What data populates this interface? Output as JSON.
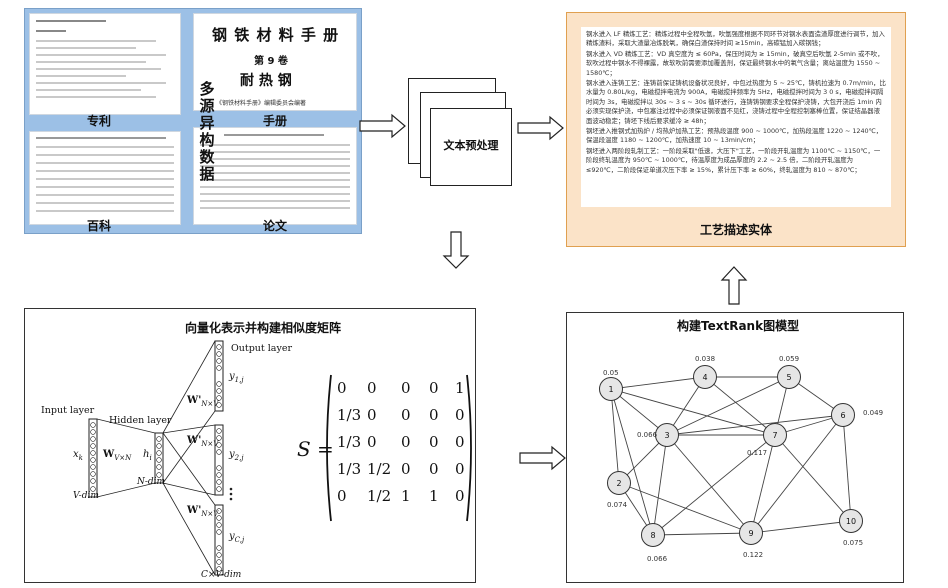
{
  "sources": {
    "labels": {
      "patent": "专利",
      "manual": "手册",
      "encyclopedia": "百科",
      "paper": "论文"
    },
    "side_chars": [
      "多",
      "源",
      "异",
      "构",
      "数",
      "据"
    ],
    "manual_doc": {
      "title": "钢 铁 材 料 手 册",
      "volume": "第 9 卷",
      "subtitle": "耐 热 钢",
      "footer": "《钢铁材料手册》编辑委员会编著"
    }
  },
  "preprocess": {
    "label": "文本预处理"
  },
  "entity": {
    "label": "工艺描述实体",
    "paragraphs": [
      "钢水进入 LF 精炼工艺：精炼过程中全程吹氩，吹氩强度根据不同环节对钢水表面造渣厚度进行调节，加入精炼渣料，采取大渣量冶炼脱氧，确保白渣保持时间 ≥15min，高碳锰加入碳钢钱；",
      "钢水进入 VD 精炼工艺：VD 真空度为 ≤ 60Pa，保压时间为 ≥ 15min，破真空后吹氩 2-5min 或不吹，软吹过程中钢水不得裸露，故软吹前需要添加覆盖剂，保证最终钢水中的氧气含量；离站温度为 1550 ~ 1580℃；",
      "钢水进入连铸工艺：连铸前保证铸机设备状况良好，中包过热度为 5 ~ 25℃，铸机拉速为 0.7m/min，比水量为 0.80L/kg，电磁搅拌电流为 900A，电磁搅拌频率为 5Hz，电磁搅拌时间为 3 0 s，电磁搅拌间隔时间为 3s，电磁搅拌以 30s ~ 3 s ~ 30s 循环进行，连铸铸钢要求全程保护浇铸，大包开浇后 1min 内必须实现保护浇，中包塞注过程中必须保证钢液面不见红，浇铸过程中全程控制塞棒位置，保证结晶器液面波动稳定；铸坯下线后要求缓冷 ≥ 48h；",
      "钢坯进入推钢式加热炉 / 均热炉加热工艺：预热段温度 900 ~ 1000℃，加热段温度 1220 ~ 1240℃，保温段温度 1180 ~ 1200℃，加热速度 10 ~ 13min/cm；",
      "钢坯进入两阶段轧制工艺：一阶段采取\"低速，大压下\"工艺，一阶段开轧温度为 1100℃ ~ 1150℃，一阶段终轧温度为 950℃ ~ 1000℃，待温厚度为成品厚度的 2.2 ~ 2.5 倍，二阶段开轧温度为 ≤920℃，二阶段保证单道次压下率 ≥ 15%，累计压下率 ≥ 60%，终轧温度为 810 ~ 870℃；"
    ]
  },
  "vector": {
    "title": "向量化表示并构建相似度矩阵",
    "input_layer": "Input layer",
    "hidden_layer": "Hidden layer",
    "output_layer": "Output layer",
    "v_dim": "V-dim",
    "n_dim": "N-dim",
    "cv_dim": "C×V-dim",
    "xk": "x",
    "xk_sub": "k",
    "w_in": "W",
    "w_in_sub": "V×N",
    "hi": "h",
    "hi_sub": "i",
    "w_out": "W'",
    "w_out_sub": "N×V",
    "y1": "y",
    "y1_sub": "1,j",
    "y2": "y",
    "y2_sub": "2,j",
    "yc": "y",
    "yc_sub": "C,j",
    "matrix_label": "S =",
    "matrix": [
      [
        "0",
        "0",
        "0",
        "0",
        "1"
      ],
      [
        "1/3",
        "0",
        "0",
        "0",
        "0"
      ],
      [
        "1/3",
        "0",
        "0",
        "0",
        "0"
      ],
      [
        "1/3",
        "1/2",
        "0",
        "0",
        "0"
      ],
      [
        "0",
        "1/2",
        "1",
        "1",
        "0"
      ]
    ]
  },
  "textrank": {
    "title": "构建TextRank图模型",
    "nodes": [
      {
        "id": "1",
        "score": "0.05"
      },
      {
        "id": "2",
        "score": "0.074"
      },
      {
        "id": "3",
        "score": "0.066"
      },
      {
        "id": "4",
        "score": "0.038"
      },
      {
        "id": "5",
        "score": "0.059"
      },
      {
        "id": "6",
        "score": "0.049"
      },
      {
        "id": "7",
        "score": "0.117"
      },
      {
        "id": "8",
        "score": "0.066"
      },
      {
        "id": "9",
        "score": "0.122"
      },
      {
        "id": "10",
        "score": "0.075"
      }
    ]
  }
}
